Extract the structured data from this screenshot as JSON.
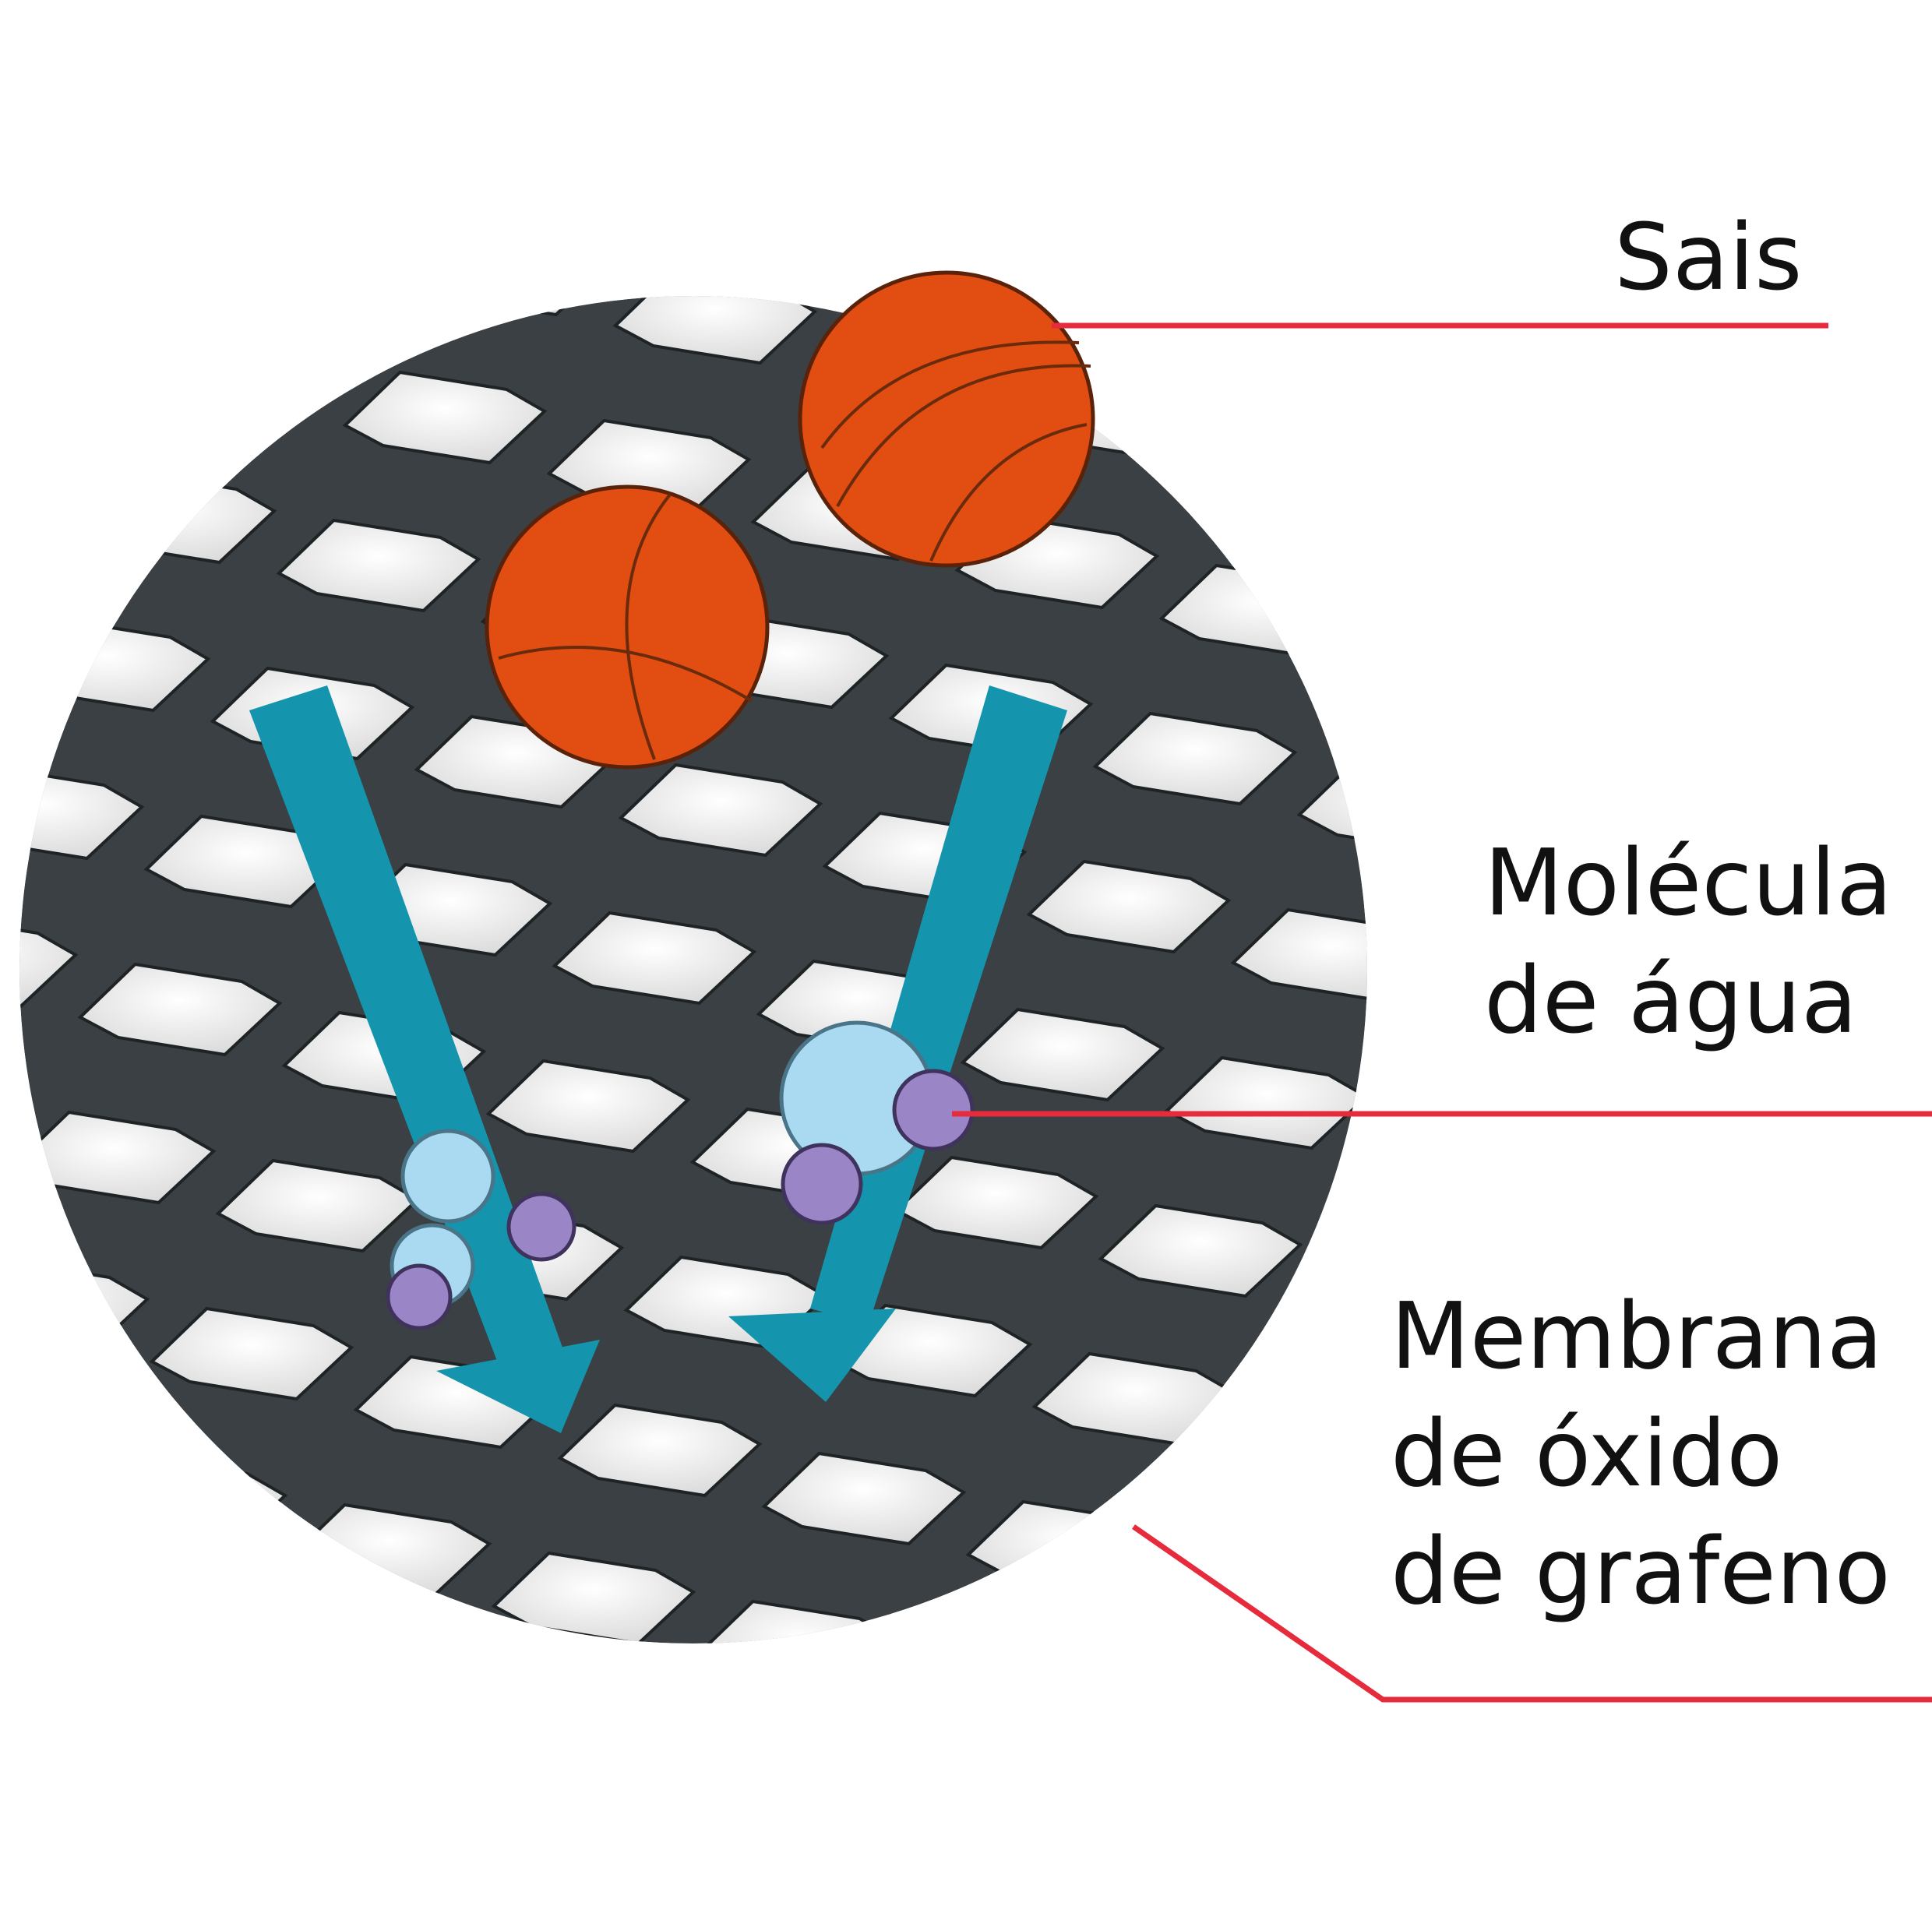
{
  "labels": {
    "sais": "Sais",
    "agua_line1": "Molécula",
    "agua_line2": "de água",
    "membrana_line1": "Membrana",
    "membrana_line2": "de óxido",
    "membrana_line3": "de grafeno"
  },
  "colors": {
    "membrane": "#3a4043",
    "hole": "#eeeeee",
    "salt": "#e24e12",
    "water_path": "#1495ad",
    "oxygen": "#a9daf2",
    "hydrogen": "#9a86c6",
    "leader_line": "#e62b3c"
  }
}
